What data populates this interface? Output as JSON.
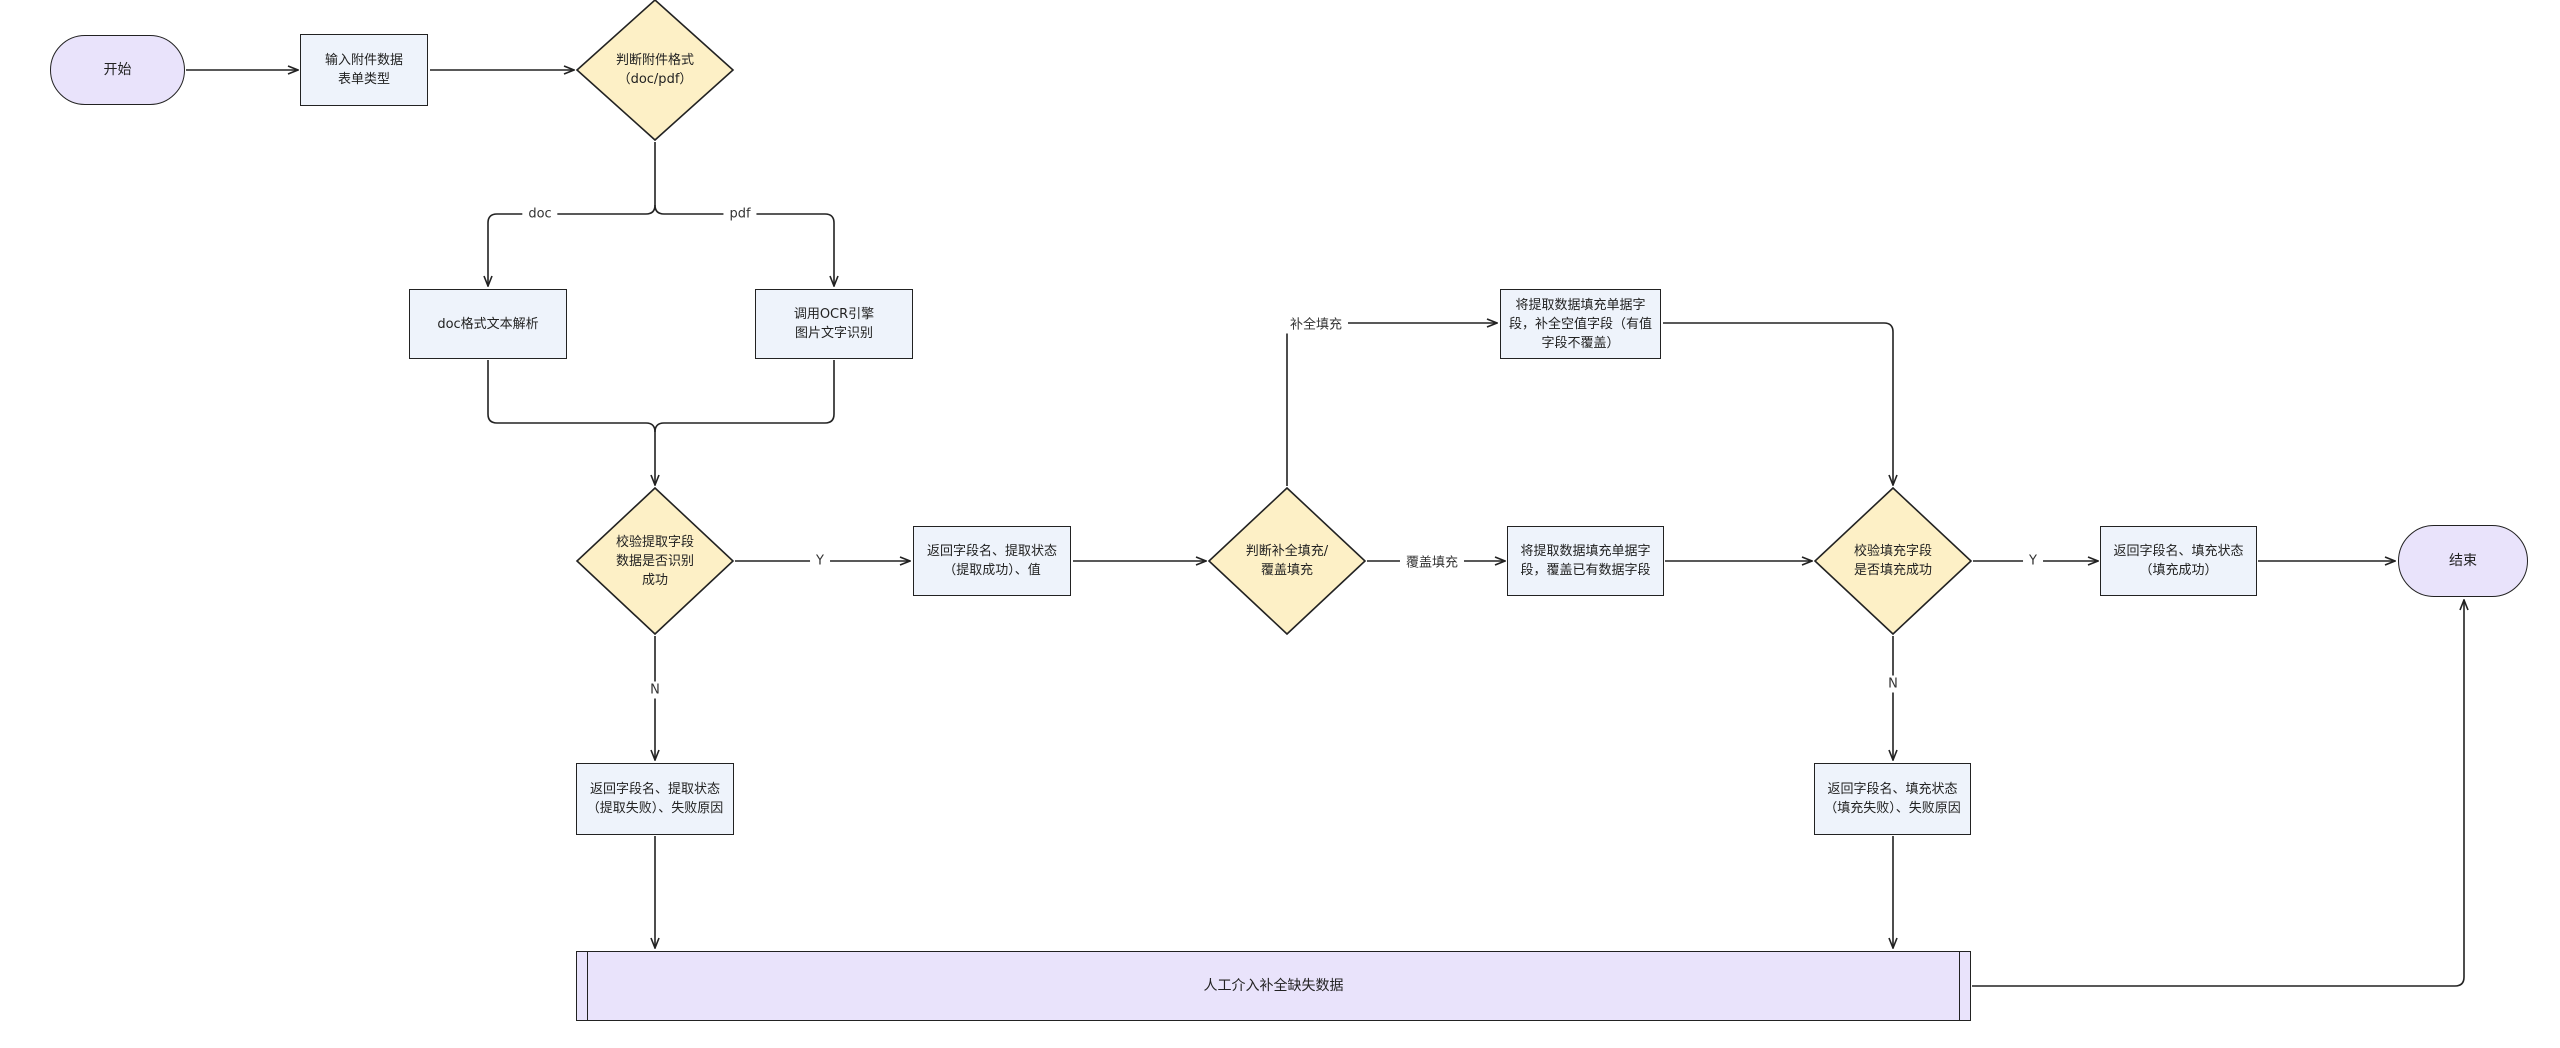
{
  "nodes": {
    "start": "开始",
    "input": "输入附件数据\n表单类型",
    "judge_format": "判断附件格式\n（doc/pdf）",
    "doc_parse": "doc格式文本解析",
    "ocr": "调用OCR引擎\n图片文字识别",
    "check_extract": "校验提取字段\n数据是否识别\n成功",
    "return_extract_ok": "返回字段名、提取状态\n（提取成功）、值",
    "return_extract_fail": "返回字段名、提取状态\n（提取失败）、失败原因",
    "judge_fill_mode": "判断补全填充/\n覆盖填充",
    "fill_supplement": "将提取数据填充单据字\n段，补全空值字段（有值\n字段不覆盖）",
    "fill_overwrite": "将提取数据填充单据字\n段，覆盖已有数据字段",
    "check_fill": "校验填充字段\n是否填充成功",
    "return_fill_ok": "返回字段名、填充状态\n（填充成功）",
    "return_fill_fail": "返回字段名、填充状态\n（填充失败）、失败原因",
    "manual": "人工介入补全缺失数据",
    "end": "结束"
  },
  "edge_labels": {
    "doc": "doc",
    "pdf": "pdf",
    "extract_yes": "Y",
    "extract_no": "N",
    "supplement": "补全填充",
    "overwrite": "覆盖填充",
    "fill_yes": "Y",
    "fill_no": "N"
  },
  "colors": {
    "terminal_fill": "#e9e3fb",
    "process_fill": "#eef3fb",
    "decision_fill": "#fdf0c6",
    "stroke": "#222222"
  }
}
